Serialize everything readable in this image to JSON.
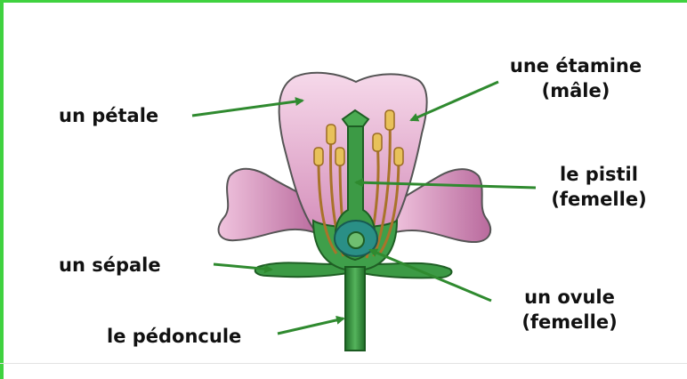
{
  "labels": {
    "petale": "un pétale",
    "etamine_line1": "une étamine",
    "etamine_line2": "(mâle)",
    "pistil_line1": "le pistil",
    "pistil_line2": "(femelle)",
    "sepale": "un sépale",
    "ovule_line1": "un ovule",
    "ovule_line2": "(femelle)",
    "pedoncule": "le pédoncule"
  },
  "colors": {
    "frame": "#3fd23f",
    "arrow": "#2f8a2f",
    "petal": "#f2c7e2",
    "petal_dark": "#c77aa8",
    "stem": "#2e8a35",
    "stamen": "#d9a640",
    "ovary": "#2a8f86"
  }
}
